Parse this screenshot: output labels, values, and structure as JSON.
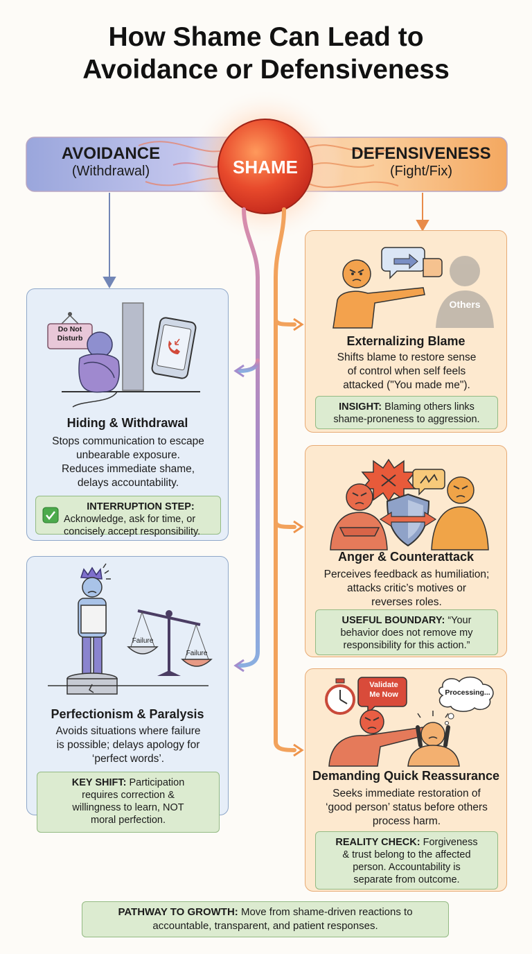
{
  "title_line1": "How Shame Can Lead to",
  "title_line2": "Avoidance or Defensiveness",
  "shame_label": "SHAME",
  "avoidance": {
    "label": "AVOIDANCE",
    "sub": "(Withdrawal)"
  },
  "defensiveness": {
    "label": "DEFENSIVENESS",
    "sub": "(Fight/Fix)"
  },
  "cards": {
    "hiding": {
      "sign": [
        "Do Not",
        "Disturb"
      ],
      "title": "Hiding & Withdrawal",
      "text": [
        "Stops communication to escape",
        "unbearable exposure.",
        "Reduces immediate shame,",
        "delays accountability."
      ],
      "note_label": "INTERRUPTION STEP:",
      "note_text": [
        "Acknowledge, ask for time, or",
        "concisely accept responsibility."
      ]
    },
    "perfectionism": {
      "scale_left": "Failure",
      "scale_right": "Failure",
      "title": "Perfectionism & Paralysis",
      "text": [
        "Avoids situations where failure",
        "is possible; delays apology for",
        "‘perfect words’."
      ],
      "note_label": "KEY SHIFT:",
      "note_line1": " Participation",
      "note_text": [
        "requires correction &",
        "willingness to learn, NOT",
        "moral perfection."
      ]
    },
    "blame": {
      "others": "Others",
      "title": "Externalizing Blame",
      "text": [
        "Shifts blame to restore sense",
        "of control when self feels",
        "attacked (\"You made me\")."
      ],
      "note_label": "INSIGHT:",
      "note_line1": " Blaming others links",
      "note_line2": "shame-proneness to aggression."
    },
    "anger": {
      "title": "Anger & Counterattack",
      "text": [
        "Perceives feedback as humiliation;",
        "attacks critic’s motives or",
        "reverses roles."
      ],
      "note_label": "USEFUL BOUNDARY:",
      "note_line1": " “Your",
      "note_text": [
        "behavior does not remove my",
        "responsibility for this action.”"
      ]
    },
    "reassurance": {
      "bubble_validate": [
        "Validate",
        "Me Now"
      ],
      "bubble_processing": "Processing...",
      "title": "Demanding Quick Reassurance",
      "text": [
        "Seeks immediate restoration of",
        "‘good person’ status before others",
        "process harm."
      ],
      "note_label": "REALITY CHECK:",
      "note_line1": " Forgiveness",
      "note_text": [
        "& trust belong to the affected",
        "person. Accountability is",
        "separate from outcome."
      ]
    }
  },
  "pathway": {
    "label": "PATHWAY TO GROWTH:",
    "line1": " Move from shame-driven reactions to",
    "line2": "accountable, transparent, and patient responses."
  },
  "colors": {
    "avoid": "#7a8fc4",
    "defend": "#ee9a4a",
    "shame": "#e5452b",
    "note_bg": "#dcebd0",
    "note_border": "#93ba83"
  }
}
